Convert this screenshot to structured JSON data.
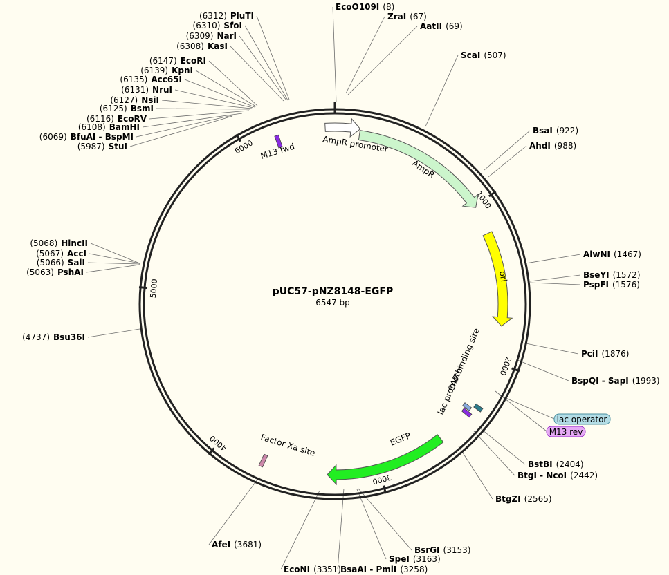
{
  "plasmid": {
    "name": "pUC57-pNZ8148-EGFP",
    "length_label": "6547 bp",
    "length": 6547
  },
  "ticks": [
    {
      "pos": 1000,
      "label": "1000"
    },
    {
      "pos": 2000,
      "label": "2000"
    },
    {
      "pos": 3000,
      "label": "3000"
    },
    {
      "pos": 4000,
      "label": "4000"
    },
    {
      "pos": 5000,
      "label": "5000"
    },
    {
      "pos": 6000,
      "label": "6000"
    }
  ],
  "features": [
    {
      "id": "ampr-promoter",
      "type": "arrow",
      "label": "AmpR promoter",
      "start": 6490,
      "end": 150,
      "color": "#ffffff",
      "stroke": "#555555"
    },
    {
      "id": "ampr",
      "type": "arrow",
      "label": "AmpR",
      "start": 150,
      "end": 1010,
      "color": "#ccf5cc",
      "stroke": "#555555"
    },
    {
      "id": "ori",
      "type": "arrow",
      "label": "ori",
      "start": 1185,
      "end": 1774,
      "color": "#ffff00",
      "stroke": "#555555"
    },
    {
      "id": "egfp",
      "type": "arrow",
      "label": "EGFP",
      "start": 2580,
      "end": 3320,
      "color": "#22ee22",
      "stroke": "#555555"
    },
    {
      "id": "m13-fwd",
      "type": "small",
      "label": "M13 fwd",
      "pos": 6200,
      "color": "#8a2be2"
    },
    {
      "id": "cap-binding",
      "type": "small",
      "label": "CAP binding site",
      "pos": 2290,
      "color": "#2e7d8c"
    },
    {
      "id": "lac-promoter",
      "type": "small",
      "label": "lac promoter",
      "pos": 2325,
      "color": "#88aadd"
    },
    {
      "id": "m13-rev-mark",
      "type": "small",
      "label": "",
      "pos": 2355,
      "color": "#8a2be2"
    },
    {
      "id": "factor-xa",
      "type": "small",
      "label": "Factor Xa site",
      "pos": 3720,
      "color": "#cc88aa"
    }
  ],
  "badges": [
    {
      "id": "lac-operator",
      "label": "lac operator",
      "fill": "#b3dde6",
      "stroke": "#4a90a0"
    },
    {
      "id": "m13-rev",
      "label": "M13 rev",
      "fill": "#e6aaf5",
      "stroke": "#9b30c8"
    }
  ],
  "sites": [
    {
      "name": "EcoO109I",
      "pos": "(8)"
    },
    {
      "name": "ZraI",
      "pos": "(67)"
    },
    {
      "name": "AatII",
      "pos": "(69)"
    },
    {
      "name": "ScaI",
      "pos": "(507)"
    },
    {
      "name": "BsaI",
      "pos": "(922)"
    },
    {
      "name": "AhdI",
      "pos": "(988)"
    },
    {
      "name": "AlwNI",
      "pos": "(1467)"
    },
    {
      "name": "BseYI",
      "pos": "(1572)"
    },
    {
      "name": "PspFI",
      "pos": "(1576)"
    },
    {
      "name": "PciI",
      "pos": "(1876)"
    },
    {
      "name": "BspQI - SapI",
      "pos": "(1993)"
    },
    {
      "name": "BstBI",
      "pos": "(2404)"
    },
    {
      "name": "BtgI - NcoI",
      "pos": "(2442)"
    },
    {
      "name": "BtgZI",
      "pos": "(2565)"
    },
    {
      "name": "BsrGI",
      "pos": "(3153)"
    },
    {
      "name": "SpeI",
      "pos": "(3163)"
    },
    {
      "name": "BsaAI - PmlI",
      "pos": "(3258)"
    },
    {
      "name": "EcoNI",
      "pos": "(3351)"
    },
    {
      "name": "AfeI",
      "pos": "(3681)"
    },
    {
      "name": "Bsu36I",
      "pos": "(4737)"
    },
    {
      "name": "PshAI",
      "pos": "(5063)"
    },
    {
      "name": "SalI",
      "pos": "(5066)"
    },
    {
      "name": "AccI",
      "pos": "(5067)"
    },
    {
      "name": "HincII",
      "pos": "(5068)"
    },
    {
      "name": "StuI",
      "pos": "(5987)"
    },
    {
      "name": "BfuAI - BspMI",
      "pos": "(6069)"
    },
    {
      "name": "BamHI",
      "pos": "(6108)"
    },
    {
      "name": "EcoRV",
      "pos": "(6116)"
    },
    {
      "name": "BsmI",
      "pos": "(6125)"
    },
    {
      "name": "NsiI",
      "pos": "(6127)"
    },
    {
      "name": "NruI",
      "pos": "(6131)"
    },
    {
      "name": "Acc65I",
      "pos": "(6135)"
    },
    {
      "name": "KpnI",
      "pos": "(6139)"
    },
    {
      "name": "EcoRI",
      "pos": "(6147)"
    },
    {
      "name": "KasI",
      "pos": "(6308)"
    },
    {
      "name": "NarI",
      "pos": "(6309)"
    },
    {
      "name": "SfoI",
      "pos": "(6310)"
    },
    {
      "name": "PluTI",
      "pos": "(6312)"
    }
  ]
}
